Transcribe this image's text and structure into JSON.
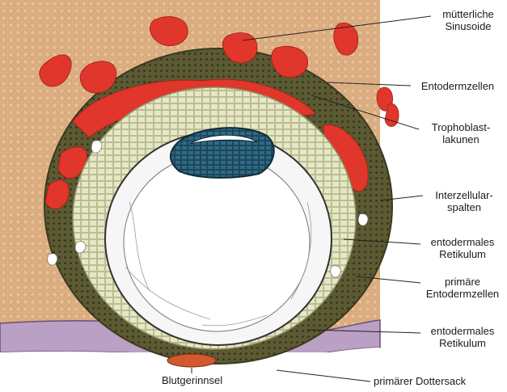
{
  "labels": {
    "maternal_sinusoids": [
      "mütterliche",
      "Sinusoide"
    ],
    "endoderm_cells": [
      "Entodermzellen"
    ],
    "trophoblast_lacunae": [
      "Trophoblast-",
      "lakunen"
    ],
    "intercellular_spaces": [
      "Interzellular-",
      "spalten"
    ],
    "endodermal_reticulum_1": [
      "entodermales",
      "Retikulum"
    ],
    "primary_endoderm_cells": [
      "primäre",
      "Entodermzellen"
    ],
    "endodermal_reticulum_2": [
      "entodermales",
      "Retikulum"
    ],
    "blood_clot": "Blutgerinnsel",
    "primary_yolk_sac": "primärer Dottersack"
  },
  "colors": {
    "background_tissue": "#dcae82",
    "sinusoid_red": "#e0362b",
    "trophoblast_dark": "#5b5a32",
    "reticulum_pale": "#e6e8c4",
    "yolk_sac_white": "#f6f6f6",
    "embryoblast_blue": "#2e6b86",
    "epithelium_purple": "#b9a0c4"
  }
}
